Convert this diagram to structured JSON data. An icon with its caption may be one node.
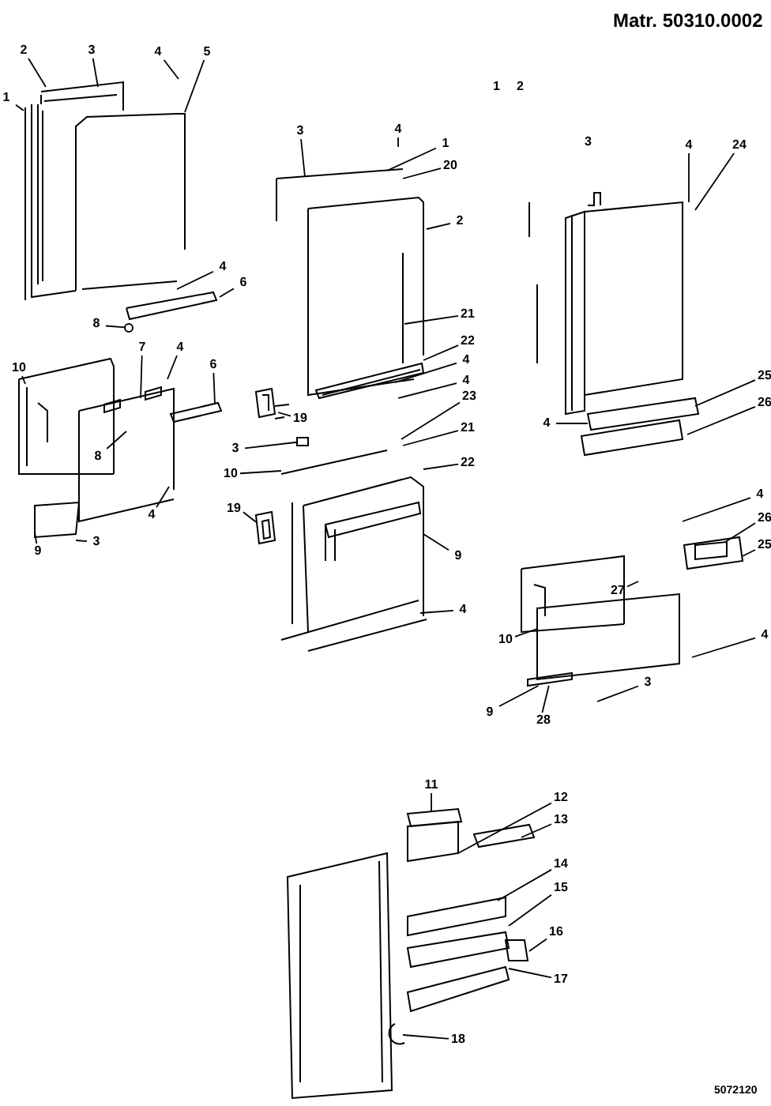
{
  "diagram": {
    "nodes": [
      {
        "text": [
          "1"
        ]
      },
      {
        "text": [
          "2"
        ]
      },
      {
        "text": [
          "3"
        ]
      },
      {
        "text": [
          "4"
        ]
      },
      {
        "text": [
          "5"
        ]
      },
      {
        "text": [
          "4"
        ]
      },
      {
        "text": [
          "6"
        ]
      },
      {
        "text": [
          "8"
        ]
      },
      {
        "text": [
          "7"
        ]
      },
      {
        "text": [
          "4"
        ]
      },
      {
        "text": [
          "10"
        ]
      },
      {
        "text": [
          "6"
        ]
      },
      {
        "text": [
          "8"
        ]
      },
      {
        "text": [
          "4"
        ]
      },
      {
        "text": [
          "9"
        ]
      },
      {
        "text": [
          "3"
        ]
      },
      {
        "text": [
          "3"
        ]
      },
      {
        "text": [
          "4"
        ]
      },
      {
        "text": [
          "1"
        ]
      },
      {
        "text": [
          "20"
        ]
      },
      {
        "text": [
          "2"
        ]
      },
      {
        "text": [
          "21"
        ]
      },
      {
        "text": [
          "22"
        ]
      },
      {
        "text": [
          "4"
        ]
      },
      {
        "text": [
          "4"
        ]
      },
      {
        "text": [
          "23"
        ]
      },
      {
        "text": [
          "21"
        ]
      },
      {
        "text": [
          "22"
        ]
      },
      {
        "text": [
          "19"
        ]
      },
      {
        "text": [
          "3"
        ]
      },
      {
        "text": [
          "10"
        ]
      },
      {
        "text": [
          "19"
        ]
      },
      {
        "text": [
          "9"
        ]
      },
      {
        "text": [
          "4"
        ]
      },
      {
        "text": [
          "10"
        ]
      },
      {
        "text": [
          "4"
        ]
      },
      {
        "text": [
          "24"
        ]
      },
      {
        "text": [
          "25"
        ]
      },
      {
        "text": [
          "26"
        ]
      },
      {
        "text": [
          "4"
        ]
      },
      {
        "text": [
          "4"
        ]
      },
      {
        "text": [
          "26"
        ]
      },
      {
        "text": [
          "25"
        ]
      },
      {
        "text": [
          "27"
        ]
      },
      {
        "text": [
          "4"
        ]
      },
      {
        "text": [
          "3"
        ]
      },
      {
        "text": [
          "9"
        ]
      },
      {
        "text": [
          "28"
        ]
      },
      {
        "text": [
          "11"
        ]
      },
      {
        "text": [
          "12"
        ]
      },
      {
        "text": [
          "13"
        ]
      },
      {
        "text": [
          "14"
        ]
      },
      {
        "text": [
          "15"
        ]
      },
      {
        "text": [
          "16"
        ]
      },
      {
        "text": [
          "17"
        ]
      },
      {
        "text": [
          "18"
        ]
      },
      {
        "text": [],
        "shape": "circle"
      },
      {
        "text": [],
        "shape": "box"
      },
      {
        "text": [],
        "shape": "box"
      },
      {
        "text": [],
        "shape": "bar"
      },
      {
        "text": [],
        "shape": "box"
      }
    ],
    "edges": [
      {
        "from": 0,
        "to": null,
        "arrow": "none"
      },
      {
        "from": 1,
        "to": null,
        "arrow": "none"
      },
      {
        "from": 2,
        "to": null,
        "arrow": "none"
      },
      {
        "from": 3,
        "to": null,
        "arrow": "none"
      },
      {
        "from": 4,
        "to": null,
        "arrow": "none"
      },
      {
        "from": 5,
        "to": null,
        "arrow": "none"
      },
      {
        "from": 6,
        "to": null,
        "arrow": "none"
      },
      {
        "from": 7,
        "to": 56,
        "arrow": "none"
      },
      {
        "from": 8,
        "to": null,
        "arrow": "none"
      },
      {
        "from": 9,
        "to": null,
        "arrow": "none"
      },
      {
        "from": 10,
        "to": null,
        "arrow": "none"
      },
      {
        "from": 11,
        "to": null,
        "arrow": "none"
      },
      {
        "from": 12,
        "to": null,
        "arrow": "none"
      },
      {
        "from": 13,
        "to": null,
        "arrow": "none"
      },
      {
        "from": 14,
        "to": null,
        "arrow": "none"
      },
      {
        "from": 15,
        "to": null,
        "arrow": "none"
      },
      {
        "from": 16,
        "to": null,
        "arrow": "none"
      },
      {
        "from": 17,
        "to": null,
        "arrow": "none"
      },
      {
        "from": 18,
        "to": null,
        "arrow": "none"
      },
      {
        "from": 19,
        "to": null,
        "arrow": "none"
      },
      {
        "from": 20,
        "to": null,
        "arrow": "none"
      },
      {
        "from": 21,
        "to": null,
        "arrow": "none"
      },
      {
        "from": 22,
        "to": null,
        "arrow": "none"
      },
      {
        "from": 23,
        "to": null,
        "arrow": "none"
      },
      {
        "from": 24,
        "to": null,
        "arrow": "none"
      },
      {
        "from": 25,
        "to": null,
        "arrow": "none"
      },
      {
        "from": 26,
        "to": null,
        "arrow": "none"
      },
      {
        "from": 27,
        "to": null,
        "arrow": "none"
      },
      {
        "from": 28,
        "to": null,
        "arrow": "none"
      },
      {
        "from": 29,
        "to": 57,
        "arrow": "none"
      },
      {
        "from": 30,
        "to": null,
        "arrow": "none"
      },
      {
        "from": 31,
        "to": 60,
        "arrow": "none"
      },
      {
        "from": 32,
        "to": null,
        "arrow": "none"
      },
      {
        "from": 33,
        "to": null,
        "arrow": "none"
      },
      {
        "from": 34,
        "to": null,
        "arrow": "none"
      },
      {
        "from": 35,
        "to": null,
        "arrow": "none"
      },
      {
        "from": 36,
        "to": null,
        "arrow": "none"
      },
      {
        "from": 37,
        "to": null,
        "arrow": "none"
      },
      {
        "from": 38,
        "to": null,
        "arrow": "none"
      },
      {
        "from": 39,
        "to": null,
        "arrow": "none"
      },
      {
        "from": 40,
        "to": null,
        "arrow": "none"
      },
      {
        "from": 41,
        "to": 58,
        "arrow": "none"
      },
      {
        "from": 42,
        "to": null,
        "arrow": "none"
      },
      {
        "from": 43,
        "to": null,
        "arrow": "none"
      },
      {
        "from": 44,
        "to": null,
        "arrow": "none"
      },
      {
        "from": 45,
        "to": null,
        "arrow": "none"
      },
      {
        "from": 46,
        "to": 59,
        "arrow": "none"
      },
      {
        "from": 47,
        "to": 59,
        "arrow": "none"
      },
      {
        "from": 48,
        "to": null,
        "arrow": "none"
      },
      {
        "from": 49,
        "to": null,
        "arrow": "none"
      },
      {
        "from": 50,
        "to": null,
        "arrow": "none"
      },
      {
        "from": 51,
        "to": null,
        "arrow": "none"
      },
      {
        "from": 52,
        "to": null,
        "arrow": "none"
      },
      {
        "from": 53,
        "to": null,
        "arrow": "none"
      },
      {
        "from": 54,
        "to": null,
        "arrow": "none"
      },
      {
        "from": 55,
        "to": null,
        "arrow": "none"
      }
    ],
    "labels": [
      "Matr. 50310.0002",
      "1",
      "2",
      "3",
      "5072120"
    ]
  }
}
